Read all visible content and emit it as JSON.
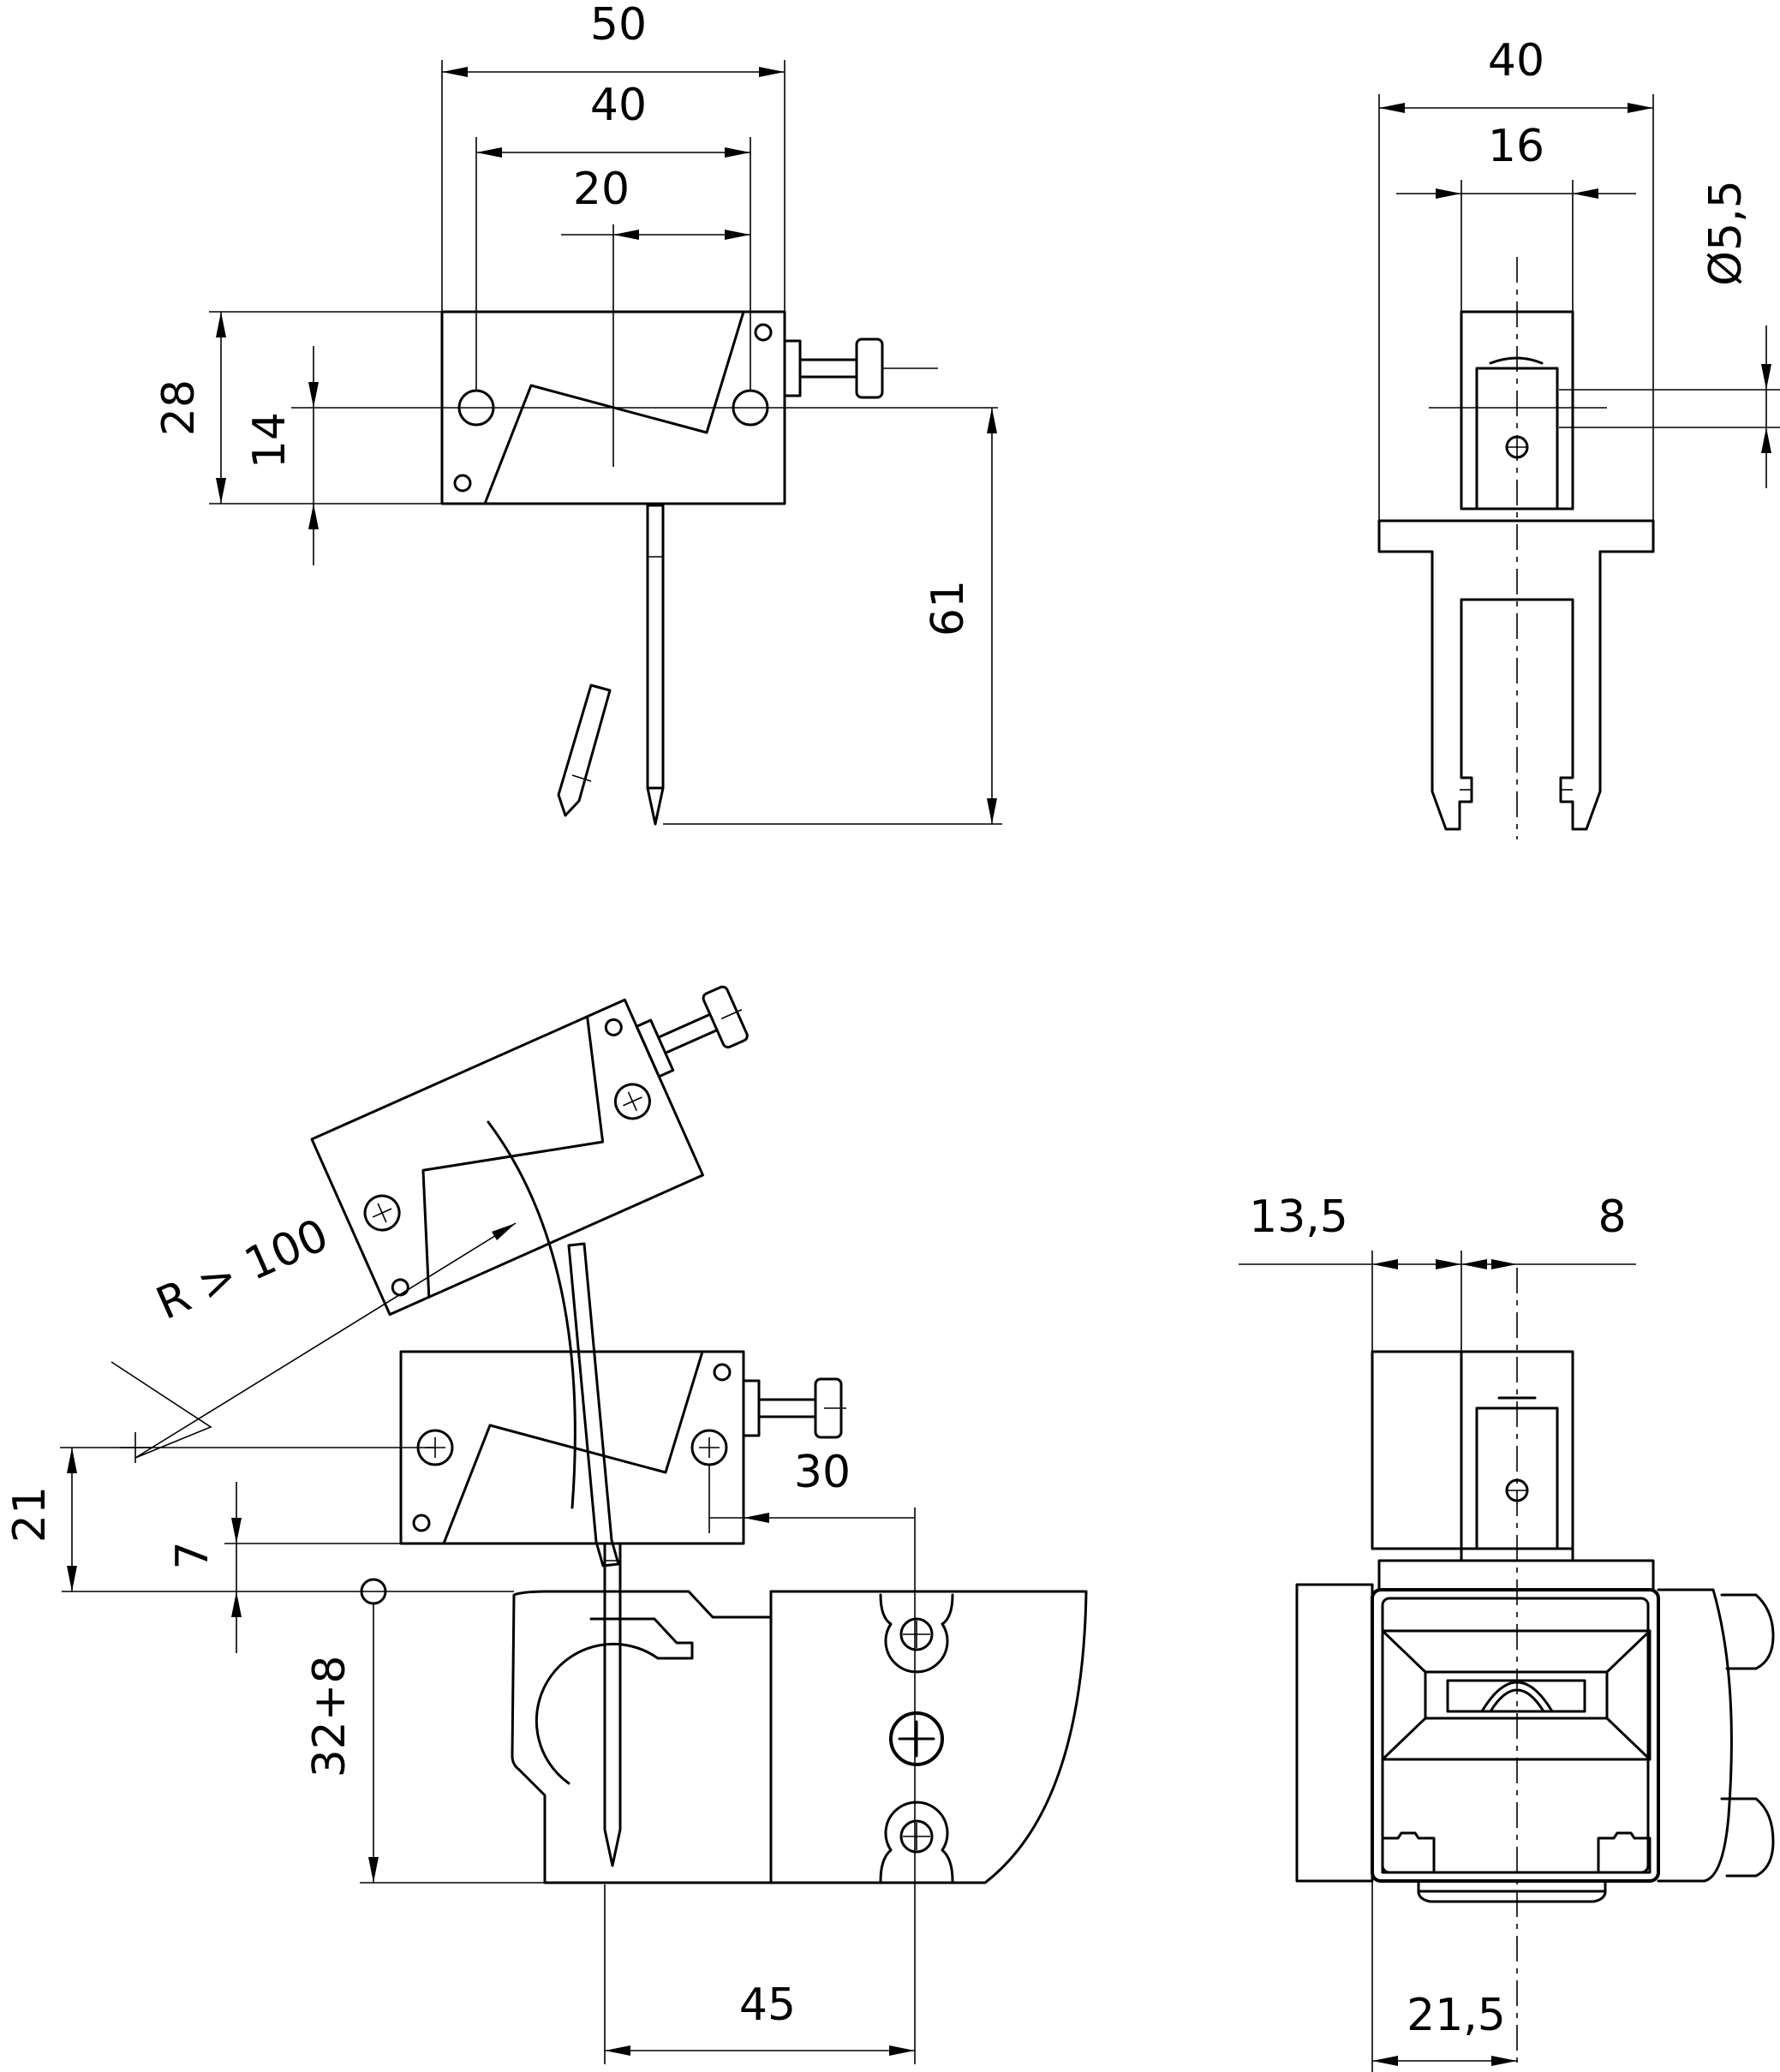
{
  "dimensions": {
    "top_left_view": {
      "width_50": "50",
      "width_40": "40",
      "width_20": "20",
      "height_28": "28",
      "height_14": "14",
      "height_61": "61"
    },
    "top_right_view": {
      "width_40": "40",
      "width_16": "16",
      "diameter": "Ø5,5"
    },
    "bottom_left_view": {
      "radius": "R > 100",
      "offset_30": "30",
      "height_21": "21",
      "height_7": "7",
      "height_32_8": "32+8",
      "width_45": "45"
    },
    "bottom_right_view": {
      "width_13_5": "13,5",
      "width_8": "8",
      "width_21_5": "21,5"
    }
  }
}
